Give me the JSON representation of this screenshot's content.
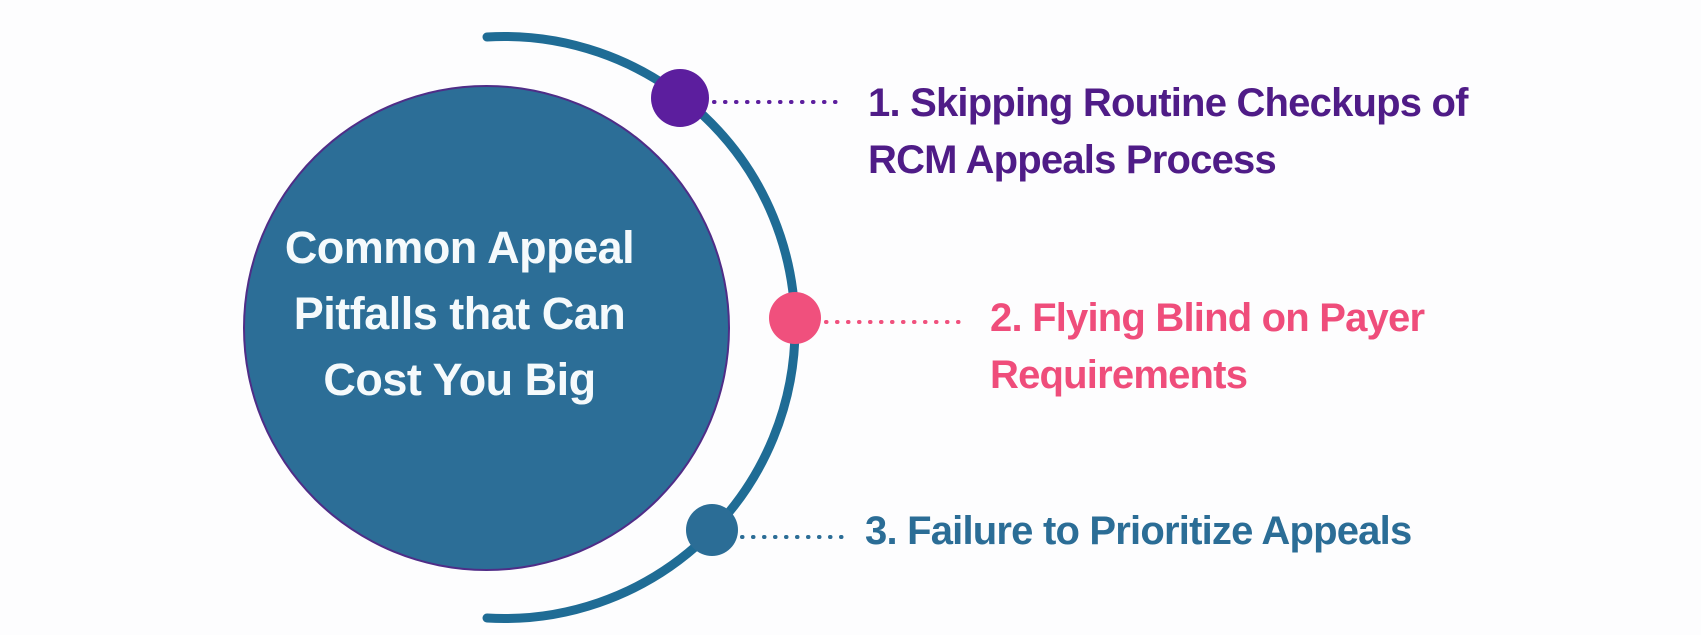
{
  "background": "#FDFDFE",
  "diagram_title": "Common Appeal Pitfalls that Can Cost You Big",
  "center_circle": {
    "lines": [
      "Common Appeal",
      "Pitfalls that Can",
      "Cost You Big"
    ],
    "fill": "#2C6E97",
    "outline": "#4F2D87",
    "text_color": "#F5FAFC"
  },
  "arc": {
    "color": "#1F6C95"
  },
  "items": [
    {
      "number": "1",
      "label_lines": [
        "1. Skipping Routine Checkups of",
        "RCM Appeals Process"
      ],
      "full_label": "1. Skipping Routine Checkups of RCM Appeals Process",
      "dot_color": "#5C1E9E",
      "text_color": "#4F1C87"
    },
    {
      "number": "2",
      "label_lines": [
        "2. Flying Blind on Payer",
        "Requirements"
      ],
      "full_label": "2. Flying Blind on Payer Requirements",
      "dot_color": "#F0507D",
      "text_color": "#EF4D7B"
    },
    {
      "number": "3",
      "label_lines": [
        "3. Failure to Prioritize Appeals"
      ],
      "full_label": "3. Failure to Prioritize Appeals",
      "dot_color": "#2B6D96",
      "text_color": "#2B6D96"
    }
  ]
}
